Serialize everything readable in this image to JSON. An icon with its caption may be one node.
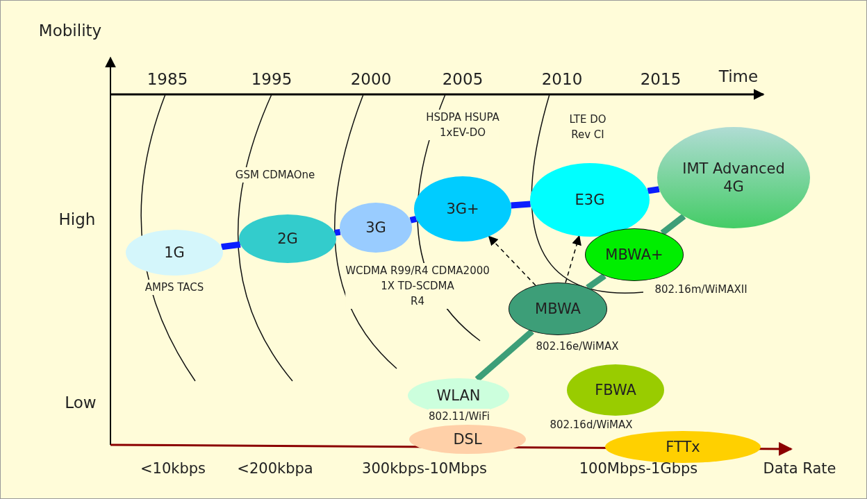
{
  "diagram": {
    "nodes": [
      {
        "text": [
          "1G"
        ],
        "beside": [
          "AMPS TACS"
        ]
      },
      {
        "text": [
          "2G"
        ],
        "beside": [
          "GSM CDMAOne"
        ]
      },
      {
        "text": [
          "3G"
        ],
        "beside": [
          "WCDMA R99/R4 CDMA2000 1X TD-SCDMA R4"
        ]
      },
      {
        "text": [
          "3G+"
        ],
        "beside": [
          "HSDPA HSUPA 1xEV-DO"
        ]
      },
      {
        "text": [
          "E3G"
        ],
        "beside": [
          "LTE DO Rev CI"
        ]
      },
      {
        "text": [
          "IMT Advanced 4G"
        ]
      },
      {
        "text": [
          "MBWA+"
        ],
        "beside": [
          "802.16m/WiMAXII"
        ]
      },
      {
        "text": [
          "MBWA"
        ],
        "beside": [
          "802.16e/WiMAX"
        ]
      },
      {
        "text": [
          "WLAN"
        ],
        "beside": [
          "802.11/WiFi"
        ]
      },
      {
        "text": [
          "FBWA"
        ],
        "beside": [
          "802.16d/WiMAX"
        ]
      },
      {
        "text": [
          "DSL"
        ]
      },
      {
        "text": [
          "FTTx"
        ]
      }
    ],
    "edges": [
      {
        "from": 0,
        "to": 1,
        "arrow": "none",
        "color": "#0a1eff"
      },
      {
        "from": 1,
        "to": 2,
        "arrow": "none",
        "color": "#0a1eff"
      },
      {
        "from": 2,
        "to": 3,
        "arrow": "none",
        "color": "#0a1eff"
      },
      {
        "from": 3,
        "to": 4,
        "arrow": "none",
        "color": "#0a1eff"
      },
      {
        "from": 4,
        "to": 5,
        "arrow": "none",
        "color": "#0a1eff"
      },
      {
        "from": 8,
        "to": 7,
        "arrow": "none",
        "color": "#3d9e78"
      },
      {
        "from": 7,
        "to": 6,
        "arrow": "none",
        "color": "#3d9e78"
      },
      {
        "from": 6,
        "to": 5,
        "arrow": "none",
        "color": "#3d9e78"
      },
      {
        "from": 7,
        "to": 3,
        "arrow": "to",
        "style": "dashed",
        "color": "#000000"
      },
      {
        "from": 7,
        "to": 4,
        "arrow": "to",
        "style": "dashed",
        "color": "#000000"
      }
    ],
    "labels": [
      "Mobility",
      "1985",
      "1995",
      "2000",
      "2005",
      "2010",
      "2015",
      "Time",
      "High",
      "Low",
      "<10kbps",
      "<200kbpa",
      "300kbps-10Mbps",
      "100Mbps-1Gbps",
      "Data Rate"
    ]
  }
}
